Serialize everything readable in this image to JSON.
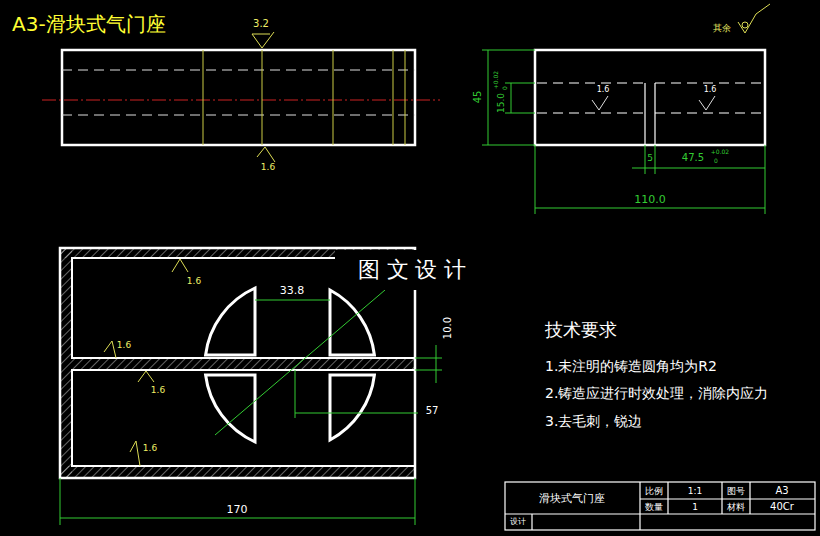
{
  "diagram": {
    "title": "A3-滑块式气门座",
    "labels": [
      "其余",
      "3.2",
      "1.6",
      "45",
      "15.0",
      "+0.02",
      "0",
      "1.6",
      "1.6",
      "5",
      "47.5",
      "+0.02",
      "0",
      "110.0",
      "1.6",
      "图 文 设 计",
      "33.8",
      "1.6",
      "1.6",
      "10.0",
      "57",
      "1.6",
      "170",
      "技术要求",
      "1.未注明的铸造圆角均为R2",
      "2.铸造应进行时效处理，消除内应力",
      "3.去毛刺，锐边",
      "滑块式气门座",
      "比例",
      "1:1",
      "图号",
      "A3",
      "数量",
      "1",
      "材料",
      "40Cr",
      "设计"
    ]
  }
}
